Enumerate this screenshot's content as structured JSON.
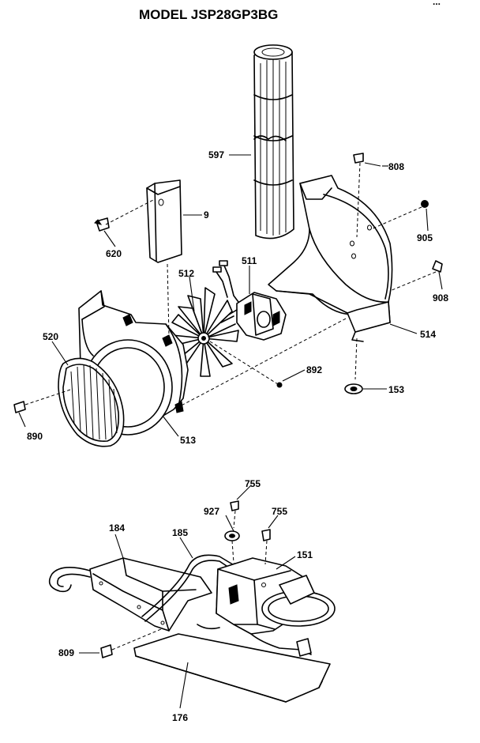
{
  "title": "MODEL JSP28GP3BG",
  "corner_mark": "...",
  "callouts": {
    "c597": "597",
    "c808": "808",
    "c9": "9",
    "c620": "620",
    "c905": "905",
    "c511": "511",
    "c512": "512",
    "c908": "908",
    "c514": "514",
    "c520": "520",
    "c892": "892",
    "c153": "153",
    "c890": "890",
    "c513": "513",
    "c755a": "755",
    "c927": "927",
    "c755b": "755",
    "c184": "184",
    "c185": "185",
    "c151": "151",
    "c809": "809",
    "c176": "176"
  }
}
